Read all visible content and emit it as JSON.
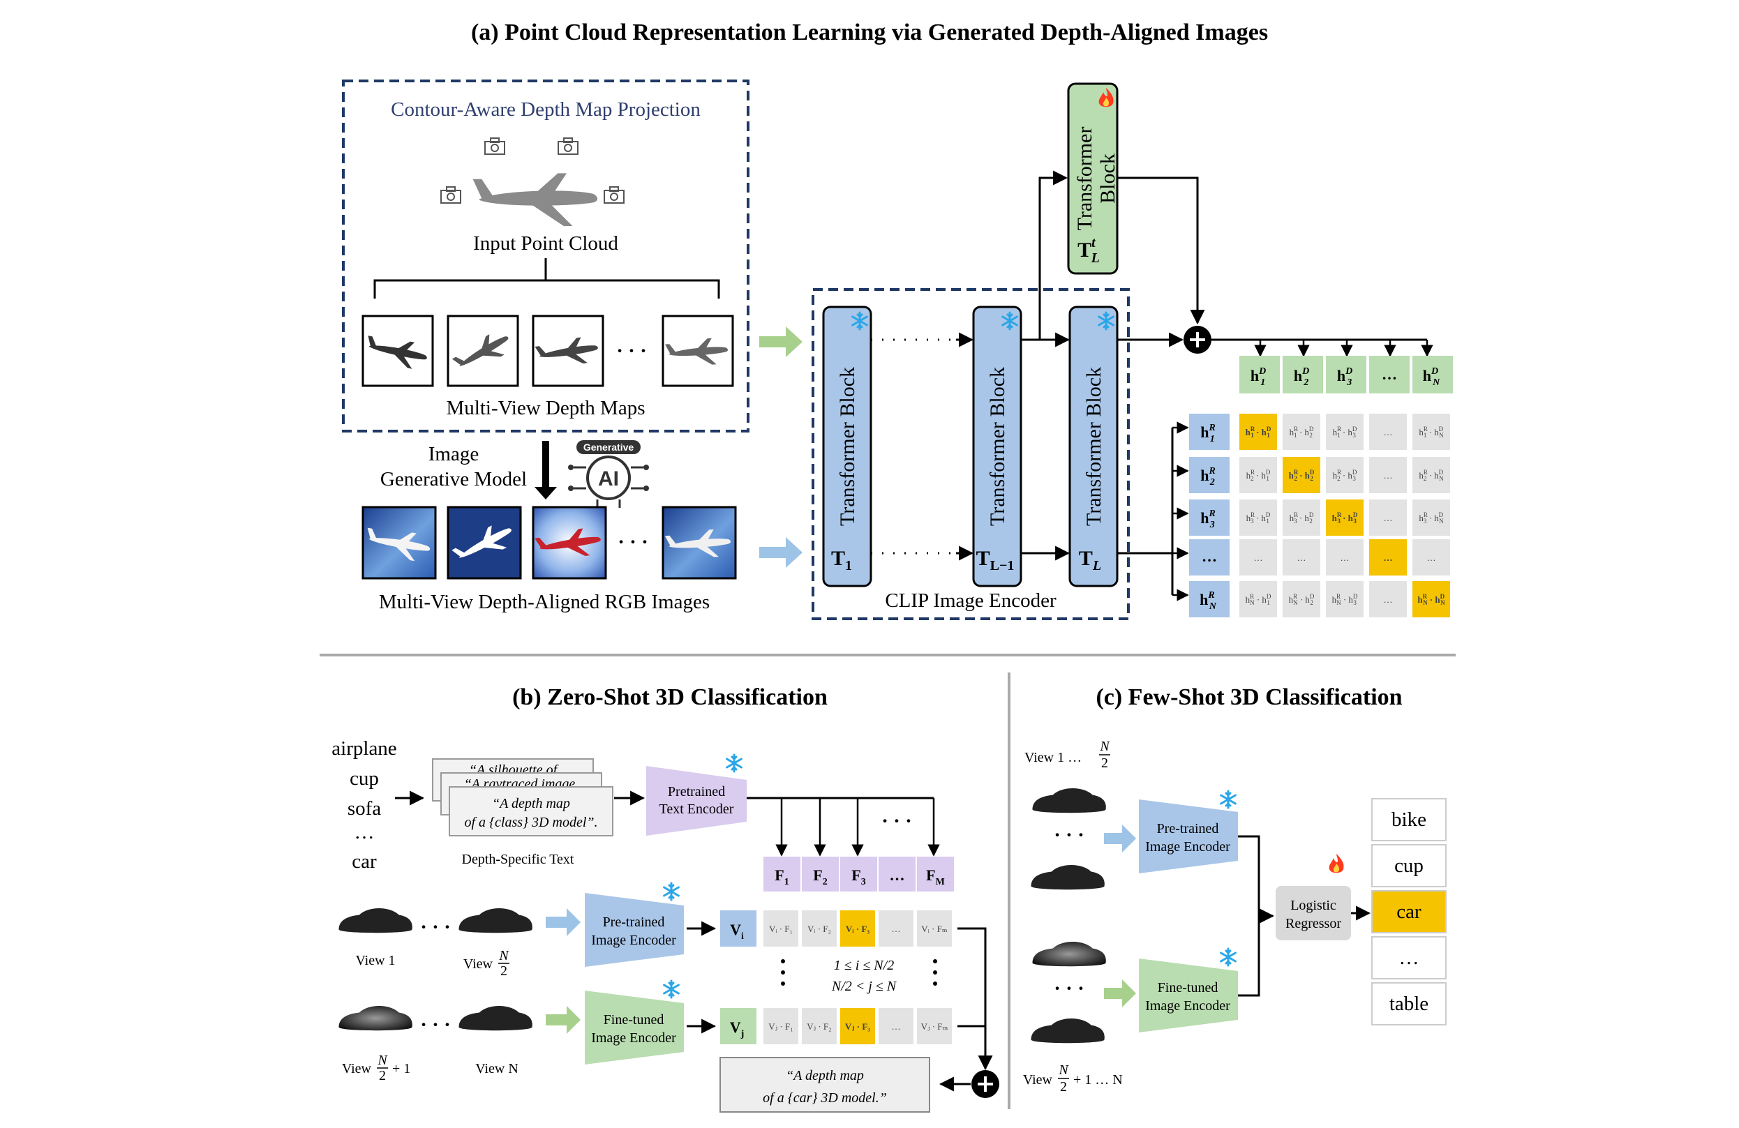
{
  "colors": {
    "blue_block": "#a9c6e8",
    "green_block": "#b9ddb0",
    "purple_block": "#d9ccee",
    "gray_cell": "#e3e3e3",
    "highlight": "#f5c300",
    "dashed_box": "#1f3864",
    "arrow_green": "#a8d08d",
    "arrow_blue": "#9dc3e6",
    "flame": "#ff3b1f",
    "snow": "#2aa6e8"
  },
  "icons": [
    "snowflake-icon",
    "flame-icon",
    "camera-icon",
    "generative-ai-icon",
    "airplane-silhouette-icon",
    "car-silhouette-icon",
    "plus-circle-icon"
  ],
  "panel_a": {
    "title": "(a) Point Cloud Representation Learning via Generated Depth-Aligned Images",
    "projection_title": "Contour-Aware Depth Map Projection",
    "input_label": "Input Point Cloud",
    "depth_maps_label": "Multi-View Depth Maps",
    "gen_model_line1": "Image",
    "gen_model_line2": "Generative Model",
    "ai_badge": "Generative",
    "ai_text": "AI",
    "rgb_label": "Multi-View Depth-Aligned RGB Images",
    "ellipsis": "…",
    "dots": "· · ·",
    "encoder_label": "CLIP Image Encoder",
    "block_text": "Transformer Block",
    "t1": "T",
    "t1_sub": "1",
    "tl1": "T",
    "tl1_sub": "L−1",
    "tl": "T",
    "tl_sub": "L",
    "top_block_line1": "Transformer",
    "top_block_line2": "Block",
    "top_block_sym": "T",
    "top_block_sup": "t",
    "top_block_sub": "L",
    "h_label": "h",
    "h_sup_d": "D",
    "h_sup_r": "R",
    "col_subs": [
      "1",
      "2",
      "3",
      "…",
      "N"
    ],
    "row_subs": [
      "1",
      "2",
      "3",
      "…",
      "N"
    ],
    "cell_ellipsis": "…"
  },
  "panel_b": {
    "title": "(b) Zero-Shot 3D Classification",
    "classes": [
      "airplane",
      "cup",
      "sofa",
      "…",
      "car"
    ],
    "text_card1": "“A silhouette of",
    "text_card2": "“A raytraced image,",
    "text_card3_l1": "“A depth map",
    "text_card3_l2": "of a {class} 3D model”.",
    "depth_text_label": "Depth-Specific Text",
    "text_encoder_l1": "Pretrained",
    "text_encoder_l2": "Text Encoder",
    "pre_encoder_l1": "Pre-trained",
    "pre_encoder_l2": "Image Encoder",
    "fine_encoder_l1": "Fine-tuned",
    "fine_encoder_l2": "Image Encoder",
    "f_label": "F",
    "f_subs": [
      "1",
      "2",
      "3",
      "…",
      "M"
    ],
    "vi": "V",
    "vi_sub": "i",
    "vj": "V",
    "vj_sub": "j",
    "vi_cells": [
      "Vᵢ · F₁",
      "Vᵢ · F₂",
      "Vᵢ · F₃",
      "…",
      "Vᵢ · Fₘ"
    ],
    "vj_cells": [
      "Vⱼ · F₁",
      "Vⱼ · F₂",
      "Vⱼ · F₃",
      "…",
      "Vⱼ · Fₘ"
    ],
    "cond1": "1 ≤ i ≤ N/2",
    "cond2": "N/2 < j ≤ N",
    "view1": "View 1",
    "view_half": "View",
    "view_half_frac_top": "N",
    "view_half_frac_bot": "2",
    "view_half_plus": "View",
    "view_half_plus_tail": "+ 1",
    "view_n": "View N",
    "result_l1": "“A depth map",
    "result_l2": "of a {car} 3D model.”"
  },
  "panel_c": {
    "title": "(c) Few-Shot 3D Classification",
    "view_top": "View 1 …",
    "view_bottom": "View",
    "view_bottom_tail": "+ 1 … N",
    "frac_top": "N",
    "frac_bot": "2",
    "pre_encoder_l1": "Pre-trained",
    "pre_encoder_l2": "Image Encoder",
    "fine_encoder_l1": "Fine-tuned",
    "fine_encoder_l2": "Image Encoder",
    "regressor_l1": "Logistic",
    "regressor_l2": "Regressor",
    "classes": [
      "bike",
      "cup",
      "car",
      "…",
      "table"
    ],
    "selected": "car"
  }
}
